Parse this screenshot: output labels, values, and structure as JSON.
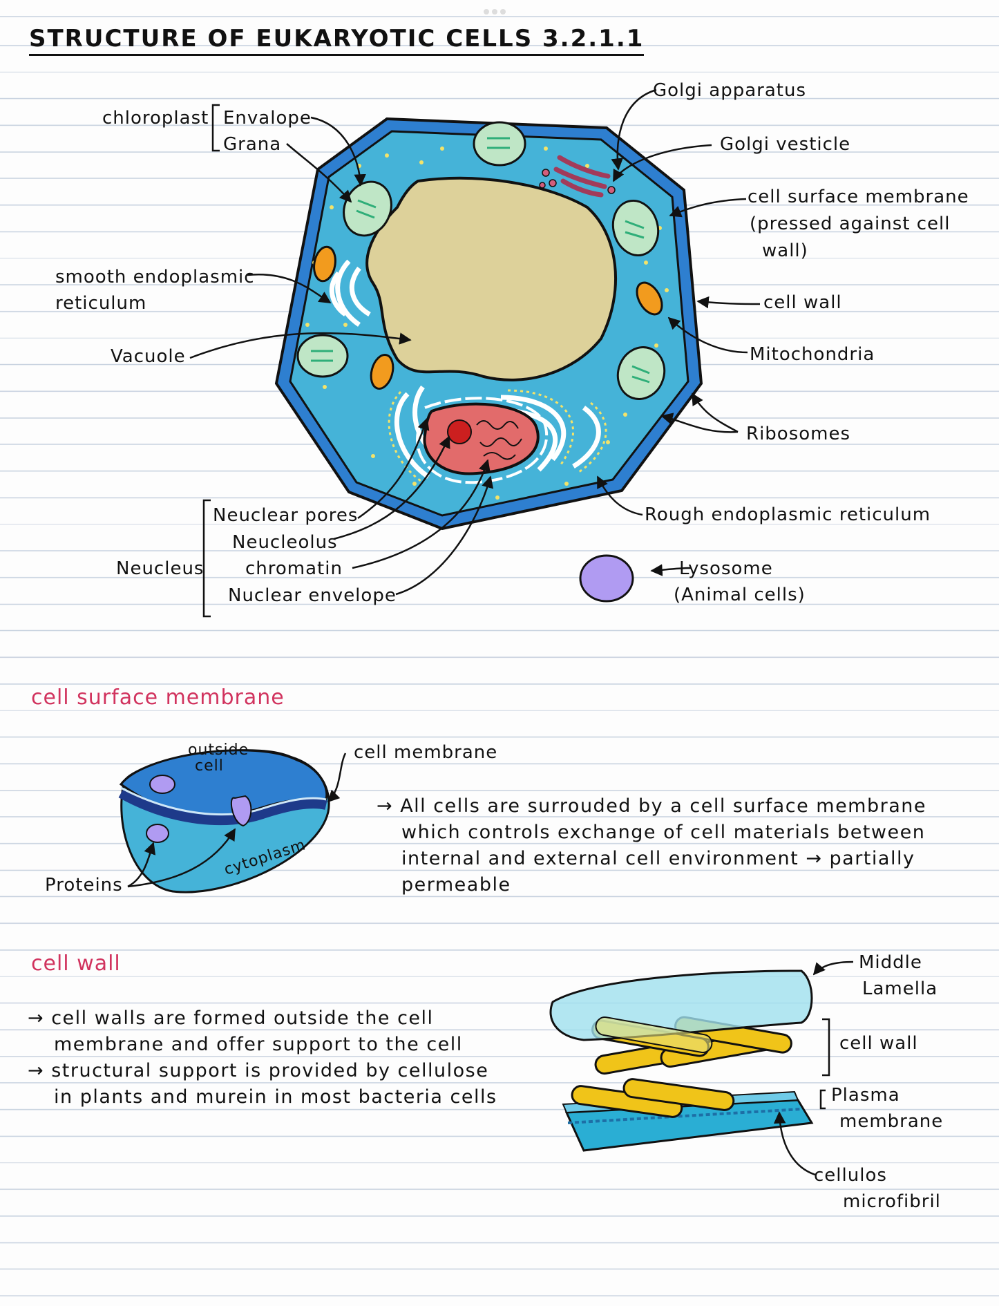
{
  "title": "STRUCTURE OF EUKARYOTIC CELLS 3.2.1.1",
  "cell_diagram": {
    "labels": {
      "chloroplast": "chloroplast",
      "envelope": "Envalope",
      "grana": "Grana",
      "smooth_er_line1": "smooth endoplasmic",
      "smooth_er_line2": "reticulum",
      "vacuole": "Vacuole",
      "golgi_apparatus": "Golgi apparatus",
      "golgi_vesicle": "Golgi vesticle",
      "csm_line1": "cell surface membrane",
      "csm_line2": "(pressed against cell",
      "csm_line3": "wall)",
      "cell_wall": "cell wall",
      "mitochondria": "Mitochondria",
      "ribosomes": "Ribosomes",
      "rough_er": "Rough endoplasmic reticulum",
      "lysosome_line1": "Lysosome",
      "lysosome_line2": "(Animal cells)",
      "nucleus": "Neucleus",
      "nuclear_pores": "Neuclear pores",
      "nucleolus": "Neucleolus",
      "chromatin": "chromatin",
      "nuclear_envelope": "Nuclear envelope"
    }
  },
  "membrane_section": {
    "heading": "cell surface membrane",
    "outside_line1": "outside",
    "outside_line2": "cell",
    "cytoplasm": "cytoplasm",
    "proteins": "Proteins",
    "cell_membrane": "cell membrane",
    "description_lines": [
      "→ All cells are surrouded by a cell surface membrane",
      "which controls exchange of cell materials between",
      "internal and external cell environment → partially",
      "permeable"
    ]
  },
  "wall_section": {
    "heading": "cell wall",
    "description_lines": [
      "→ cell walls are formed outside the cell",
      "membrane and offer support to the cell",
      "→ structural support is provided by cellulose",
      "in plants and murein in most bacteria cells"
    ],
    "labels": {
      "middle_line1": "Middle",
      "middle_line2": "Lamella",
      "cell_wall": "cell wall",
      "plasma_line1": "Plasma",
      "plasma_line2": "membrane",
      "cellulos_line1": "cellulos",
      "cellulos_line2": "microfibril"
    }
  },
  "colors": {
    "cell_wall": "#2e7fd0",
    "cytoplasm": "#45b3d8",
    "vacuole": "#ddd19a",
    "chloroplast": "#bfe6c6",
    "mitochondria": "#f29b1e",
    "nucleus": "#e26b6b",
    "nucleolus": "#cc1f1f",
    "lysosome": "#b09bf2",
    "heading_pink": "#d1335e",
    "microfibril": "#f0c419"
  }
}
